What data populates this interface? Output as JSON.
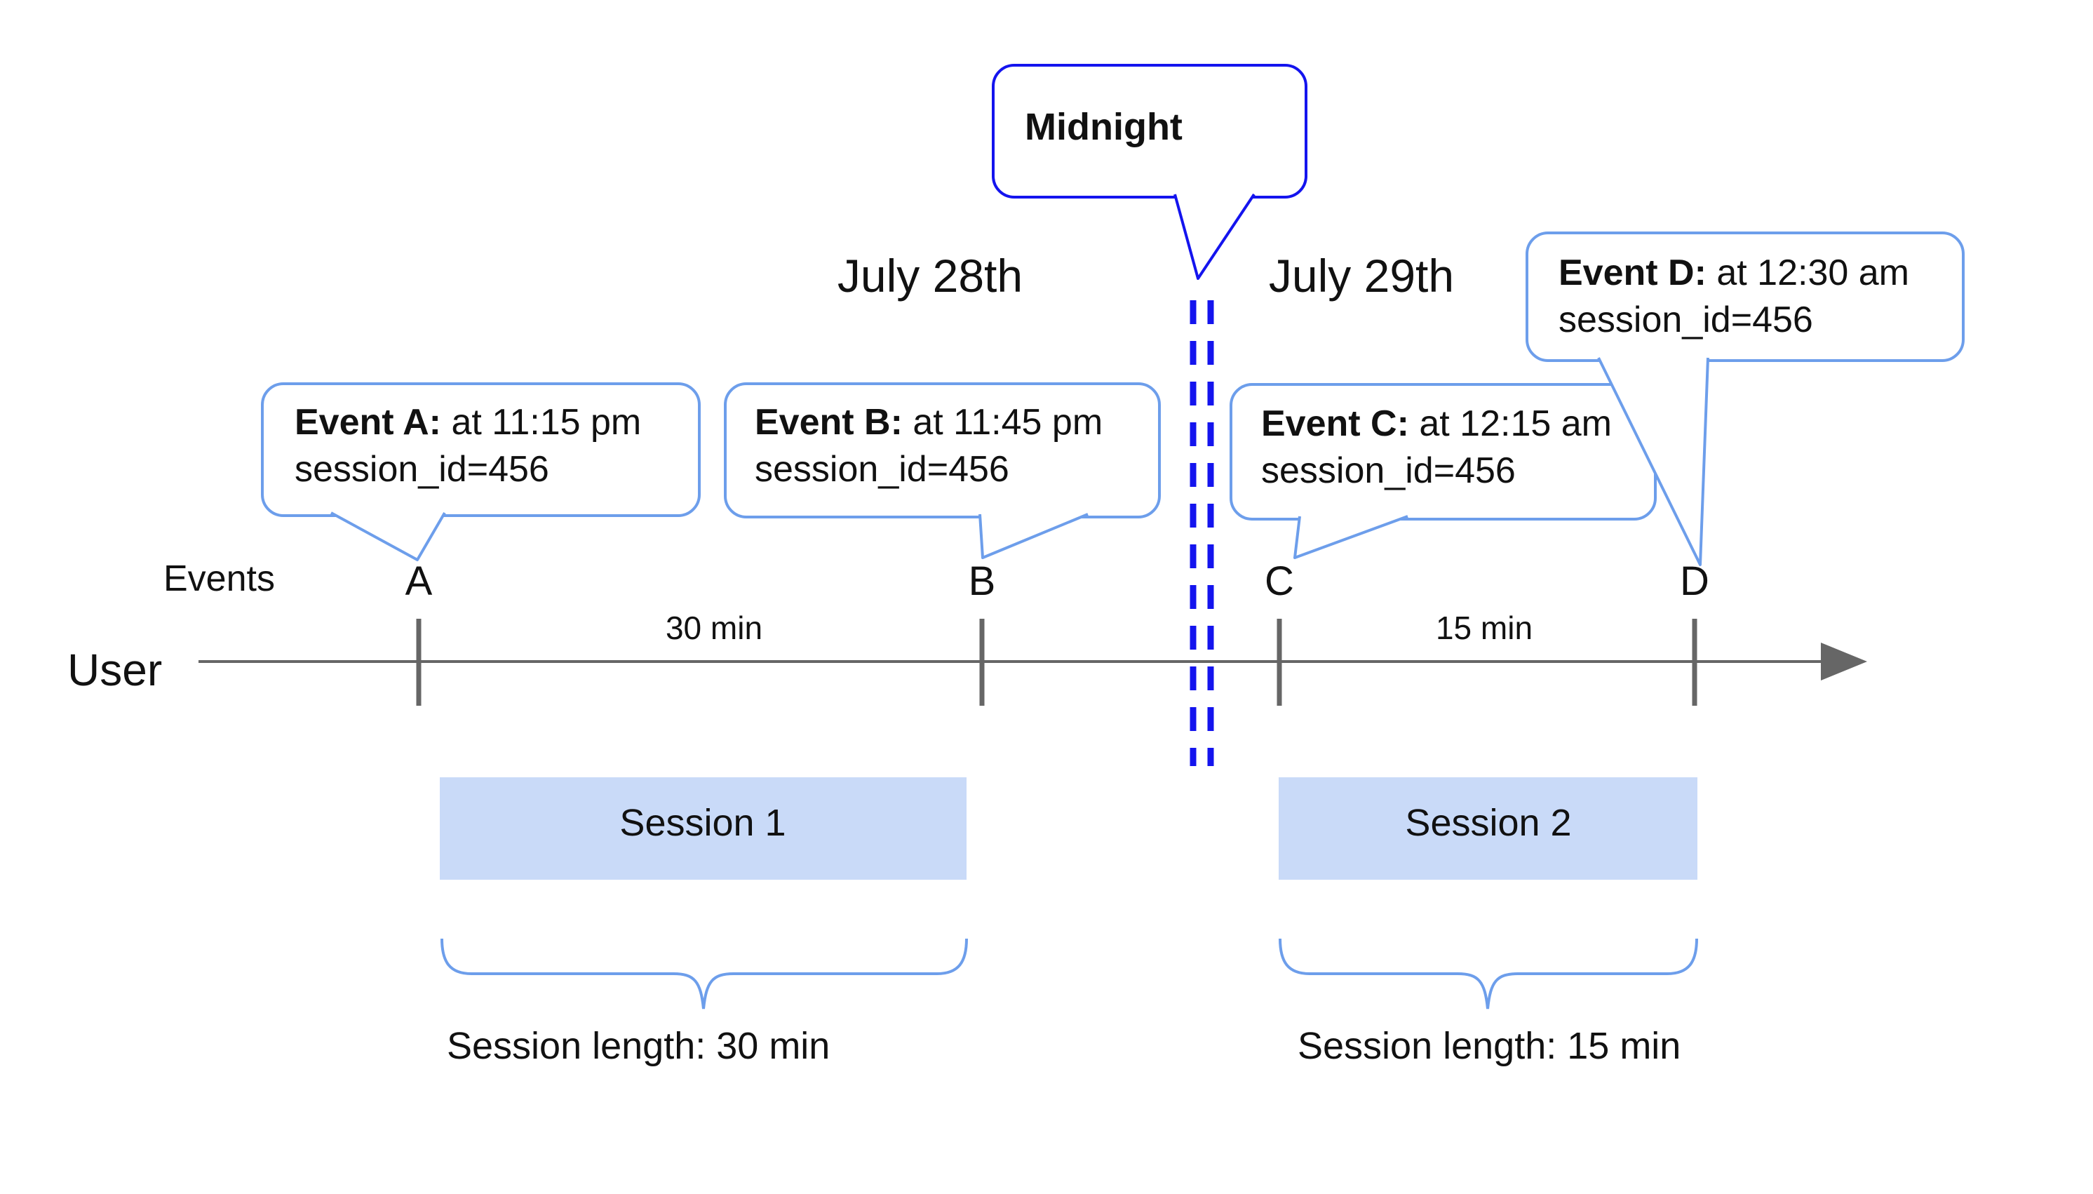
{
  "title_callout": {
    "label": "Midnight"
  },
  "dates": {
    "before": "July 28th",
    "after": "July 29th"
  },
  "axis": {
    "events_row_label": "Events",
    "user_row_label": "User"
  },
  "markers": [
    "A",
    "B",
    "C",
    "D"
  ],
  "gaps": [
    {
      "label": "30 min"
    },
    {
      "label": "15 min"
    }
  ],
  "events": [
    {
      "name": "Event A:",
      "time": " at 11:15 pm",
      "detail": "session_id=456"
    },
    {
      "name": "Event B:",
      "time": " at 11:45 pm",
      "detail": "session_id=456"
    },
    {
      "name": "Event C:",
      "time": " at 12:15 am",
      "detail": "session_id=456"
    },
    {
      "name": "Event D:",
      "time": " at 12:30 am",
      "detail": "session_id=456"
    }
  ],
  "sessions": [
    {
      "label": "Session 1",
      "length": "Session length: 30 min"
    },
    {
      "label": "Session 2",
      "length": "Session length: 15 min"
    }
  ],
  "colors": {
    "boundary_blue": "#1414ee",
    "callout_blue": "#6d9eeb",
    "session_fill": "#c9daf8",
    "timeline_gray": "#666666"
  }
}
